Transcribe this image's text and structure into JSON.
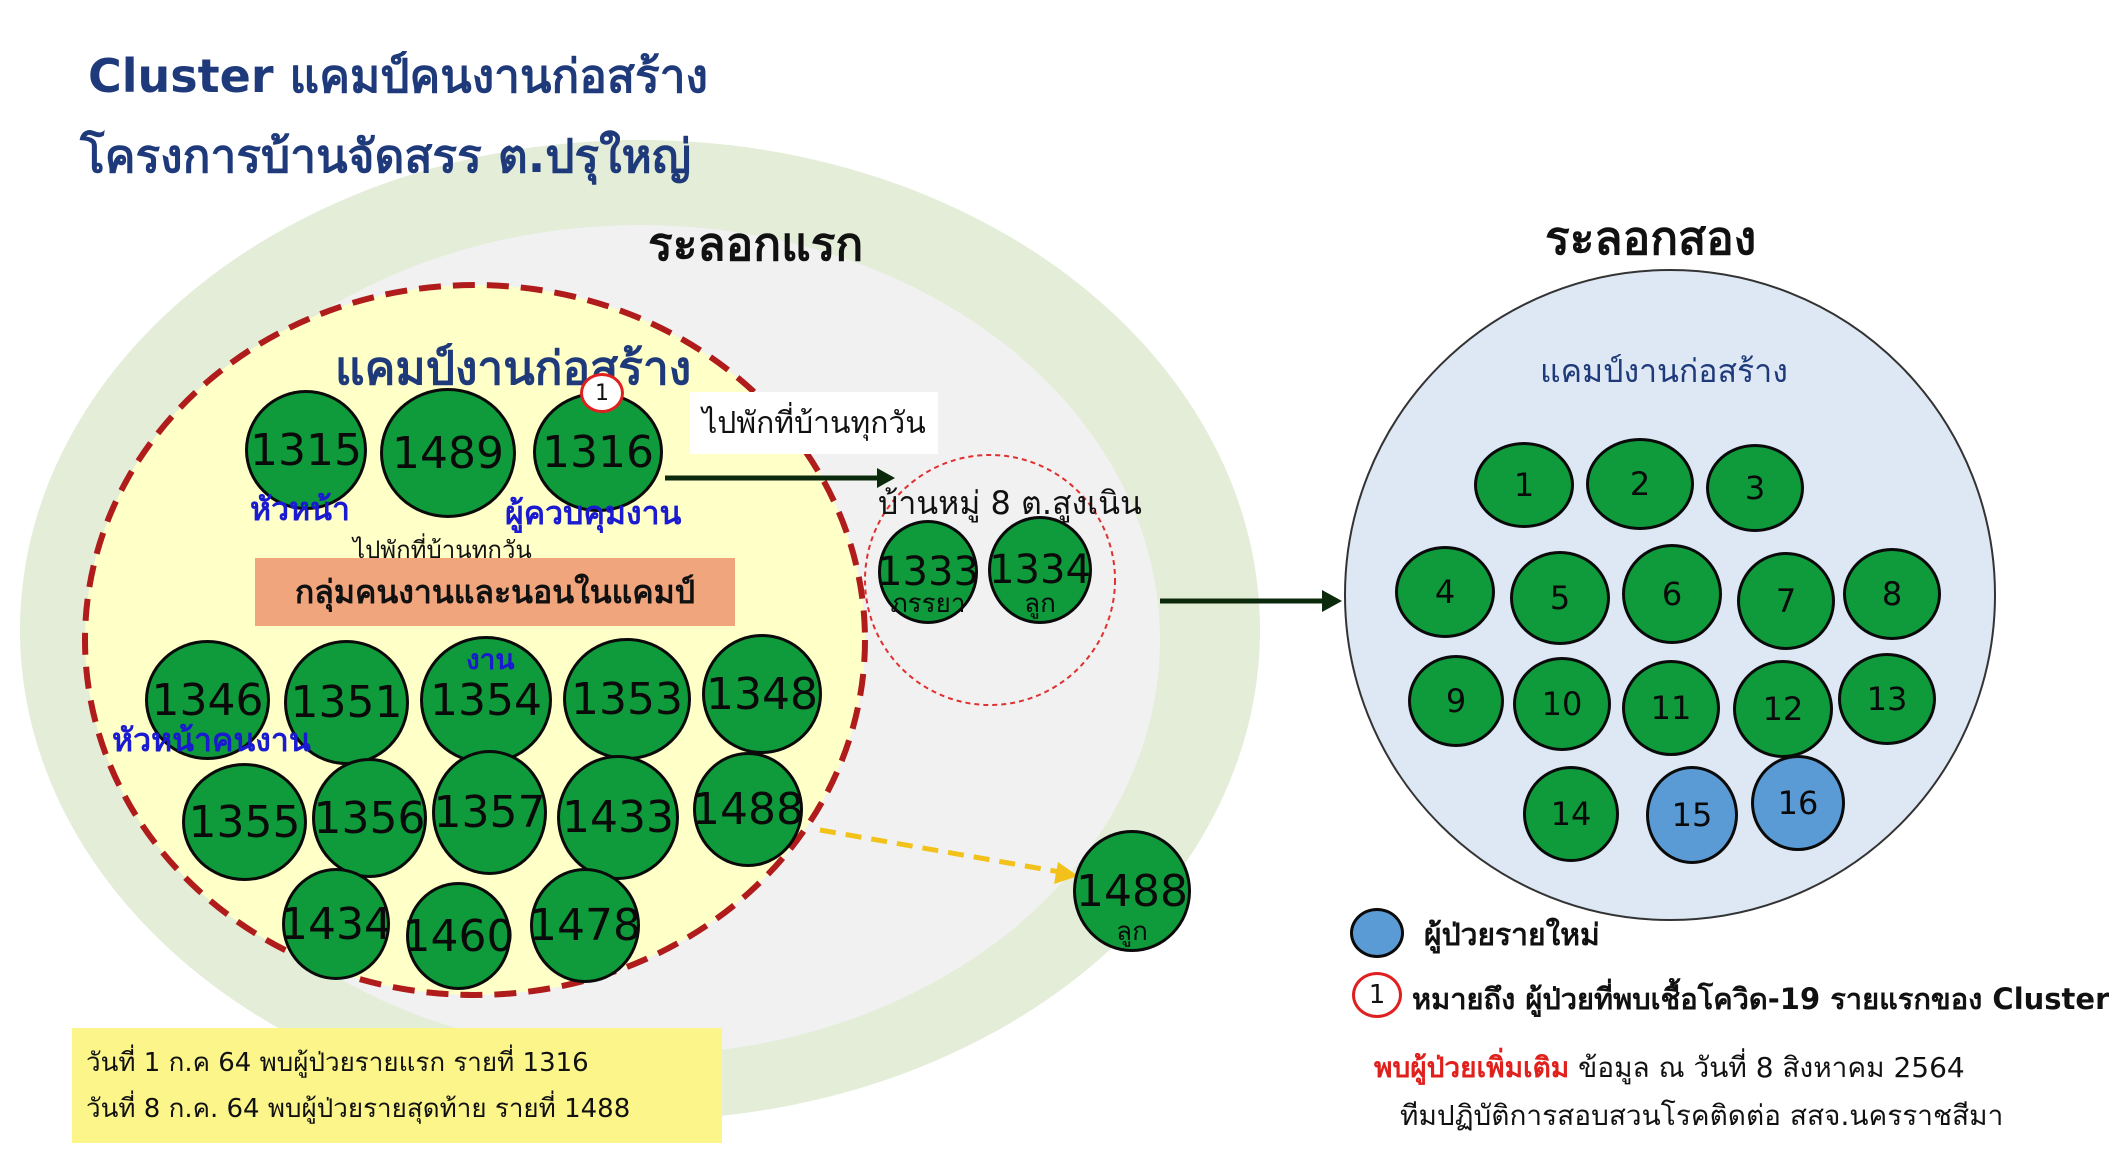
{
  "header": {
    "title_line1": "Cluster แคมป์คนงานก่อสร้าง",
    "title_line2": "โครงการบ้านจัดสรร ต.ปรุใหญ่"
  },
  "first_wave": {
    "label": "ระลอกแรก",
    "camp_label": "แคมป์งานก่อสร้าง",
    "camp_nodes": [
      {
        "id": "1315",
        "role": "หัวหน้า"
      },
      {
        "id": "1489",
        "role": ""
      },
      {
        "id": "1316",
        "role": "ผู้ควบคุมงาน",
        "index_case": "1"
      }
    ],
    "daily_home_note": "ไปพักที่บ้านทุกวัน",
    "group_label": "กลุ่มคนงานและนอนในแคมป์",
    "worker_rows": [
      [
        {
          "id": "1346"
        },
        {
          "id": "1351"
        },
        {
          "id": "1354",
          "note": "งาน"
        },
        {
          "id": "1353"
        },
        {
          "id": "1348"
        }
      ],
      [
        {
          "id": "1355"
        },
        {
          "id": "1356"
        },
        {
          "id": "1357"
        },
        {
          "id": "1433"
        },
        {
          "id": "1488"
        }
      ],
      [
        {
          "id": "1434"
        },
        {
          "id": "1460"
        },
        {
          "id": "1478"
        }
      ]
    ],
    "foreman_label": "หัวหน้าคนงาน",
    "arrow_label": "ไปพักที่บ้านทุกวัน",
    "village_label": "บ้านหมู่ 8 ต.สูงเนิน",
    "village_nodes": [
      {
        "id": "1333",
        "sub": "ภรรยา"
      },
      {
        "id": "1334",
        "sub": "ลูก"
      }
    ],
    "child_node": {
      "id": "1488",
      "sub": "ลูก"
    }
  },
  "second_wave": {
    "label": "ระลอกสอง",
    "camp_label": "แคมป์งานก่อสร้าง",
    "nodes": [
      {
        "id": "1",
        "new": false
      },
      {
        "id": "2",
        "new": false
      },
      {
        "id": "3",
        "new": false
      },
      {
        "id": "4",
        "new": false
      },
      {
        "id": "5",
        "new": false
      },
      {
        "id": "6",
        "new": false
      },
      {
        "id": "7",
        "new": false
      },
      {
        "id": "8",
        "new": false
      },
      {
        "id": "9",
        "new": false
      },
      {
        "id": "10",
        "new": false
      },
      {
        "id": "11",
        "new": false
      },
      {
        "id": "12",
        "new": false
      },
      {
        "id": "13",
        "new": false
      },
      {
        "id": "14",
        "new": false
      },
      {
        "id": "15",
        "new": true
      },
      {
        "id": "16",
        "new": true
      }
    ]
  },
  "legend": {
    "new_patient": "ผู้ป่วยรายใหม่",
    "index_marker": "1",
    "index_meaning": "หมายถึง ผู้ป่วยที่พบเชื้อโควิด-19 รายแรกของ Cluster"
  },
  "footer": {
    "highlight": "พบผู้ป่วยเพิ่มเติม",
    "data_as_of": "ข้อมูล ณ วันที่ 8 สิงหาคม 2564",
    "team": "ทีมปฏิบัติการสอบสวนโรคติดต่อ สสจ.นครราชสีมา"
  },
  "dates": {
    "first": "วันที่ 1 ก.ค 64 พบผู้ป่วยรายแรก รายที่ 1316",
    "last": "วันที่ 8 ก.ค. 64 พบผู้ป่วยรายสุดท้าย รายที่ 1488"
  },
  "colors": {
    "node_green": "#0f9a3b",
    "node_blue": "#5b9bd5",
    "outer_ring": "#e3edd7",
    "inner_zone": "#f1f1f1",
    "camp_fill": "#ffffc8",
    "camp_border": "#b01c1c",
    "second_wave_fill": "#dde8f4"
  }
}
